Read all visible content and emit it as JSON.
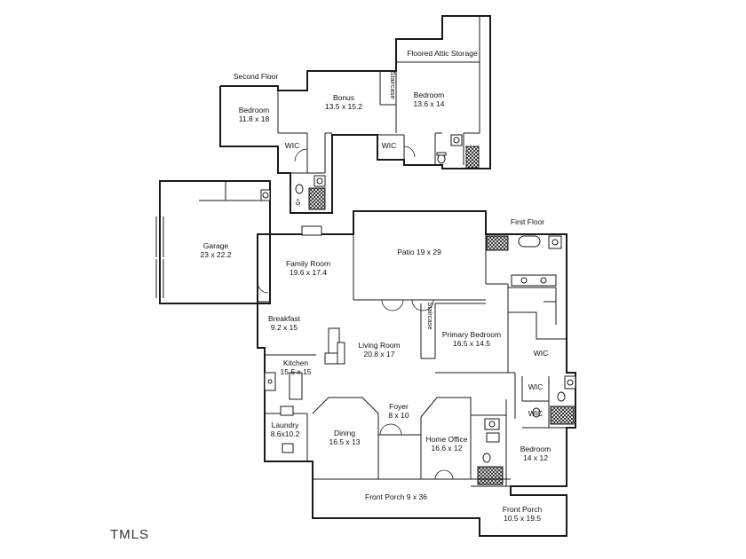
{
  "titles": {
    "second_floor": "Second Floor",
    "first_floor": "First Floor",
    "attic": "Floored Attic Storage"
  },
  "logo": "TMLS",
  "rooms": {
    "bedroom_left_name": "Bedroom",
    "bedroom_left_dim": "11.8 x 18",
    "bonus_name": "Bonus",
    "bonus_dim": "13.5 x 15.2",
    "bedroom_up_name": "Bedroom",
    "bedroom_up_dim": "13.6 x 14",
    "wic": "WIC",
    "staircase": "Staircase",
    "small_step": "<5'",
    "garage_name": "Garage",
    "garage_dim": "23 x 22.2",
    "family_name": "Family Room",
    "family_dim": "19.6 x 17.4",
    "patio": "Patio 19 x 29",
    "breakfast_name": "Breakfast",
    "breakfast_dim": "9.2 x 15",
    "living_name": "Living Room",
    "living_dim": "20.8 x 17",
    "primary_name": "Primary Bedroom",
    "primary_dim": "16.5 x 14.5",
    "kitchen_name": "Kitchen",
    "kitchen_dim": "15.5 x 15",
    "foyer_name": "Foyer",
    "foyer_dim": "8 x 10",
    "laundry_name": "Laundry",
    "laundry_dim": "8.6x10.2",
    "dining_name": "Dining",
    "dining_dim": "16.5 x 13",
    "office_name": "Home Office",
    "office_dim": "16.6 x 12",
    "bedroom_down_name": "Bedroom",
    "bedroom_down_dim": "14 x 12",
    "front_porch": "Front Porch 9 x 36",
    "front_porch2_name": "Front Porch",
    "front_porch2_dim": "10.5 x 19.5"
  }
}
